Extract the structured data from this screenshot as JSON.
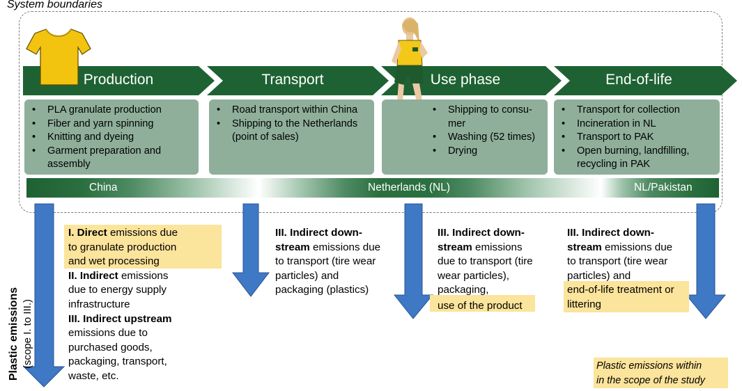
{
  "system_boundaries_label": "System boundaries",
  "colors": {
    "stage_green": "#1e6233",
    "card_green": "#8faf9b",
    "arrow_blue": "#3f78c4",
    "highlight": "#fbe49b"
  },
  "stages": [
    {
      "label": "Production",
      "items": [
        "PLA granulate production",
        "Fiber and yarn spinning",
        "Knitting and dyeing",
        "Garment preparation and assembly"
      ]
    },
    {
      "label": "Transport",
      "items": [
        "Road transport within China",
        "Shipping to the Netherlands (point of sales)"
      ]
    },
    {
      "label": "Use phase",
      "items": [
        "Shipping to consu-mer",
        "Washing (52 times)",
        "Drying"
      ]
    },
    {
      "label": "End-of-life",
      "items": [
        "Transport for collection",
        "Incineration in NL",
        "Transport to PAK",
        "Open burning, landfilling, recycling in PAK"
      ]
    }
  ],
  "regions": [
    "China",
    "Netherlands (NL)",
    "NL/Pakistan"
  ],
  "axis_label": {
    "main": "Plastic emissions",
    "sub": "(scope I. to III.)"
  },
  "emissions": {
    "production": {
      "l1_bold": "I. Direct",
      "l1_rest": " emissions due",
      "l2": "to granulate production",
      "l3": "and wet processing",
      "l4_bold": "II. Indirect",
      "l4_rest": " emissions",
      "l5": "due to energy supply",
      "l6": "infrastructure",
      "l7_bold": "III. Indirect upstream",
      "l8": "emissions due to",
      "l9": "purchased goods,",
      "l10": "packaging, transport,",
      "l11": "waste, etc."
    },
    "transport": {
      "l1_bold": "III. Indirect down-",
      "l2_bold": "stream",
      "l2_rest": " emissions due",
      "l3": "to transport (tire wear",
      "l4": "particles) and",
      "l5": "packaging (plastics)"
    },
    "use": {
      "l1_bold": "III. Indirect down-",
      "l2_bold": "stream",
      "l2_rest": " emissions",
      "l3": "due to transport (tire",
      "l4": "wear particles),",
      "l5": "packaging,",
      "l6": "use of the product"
    },
    "eol": {
      "l1_bold": "III. Indirect down-",
      "l2_bold": "stream",
      "l2_rest": " emissions due",
      "l3": "to transport (tire wear",
      "l4": "particles) and",
      "l5": "end-of-life treatment or",
      "l6": "littering"
    }
  },
  "legend": {
    "line1": "Plastic emissions within",
    "line2": "in the scope of the study"
  }
}
